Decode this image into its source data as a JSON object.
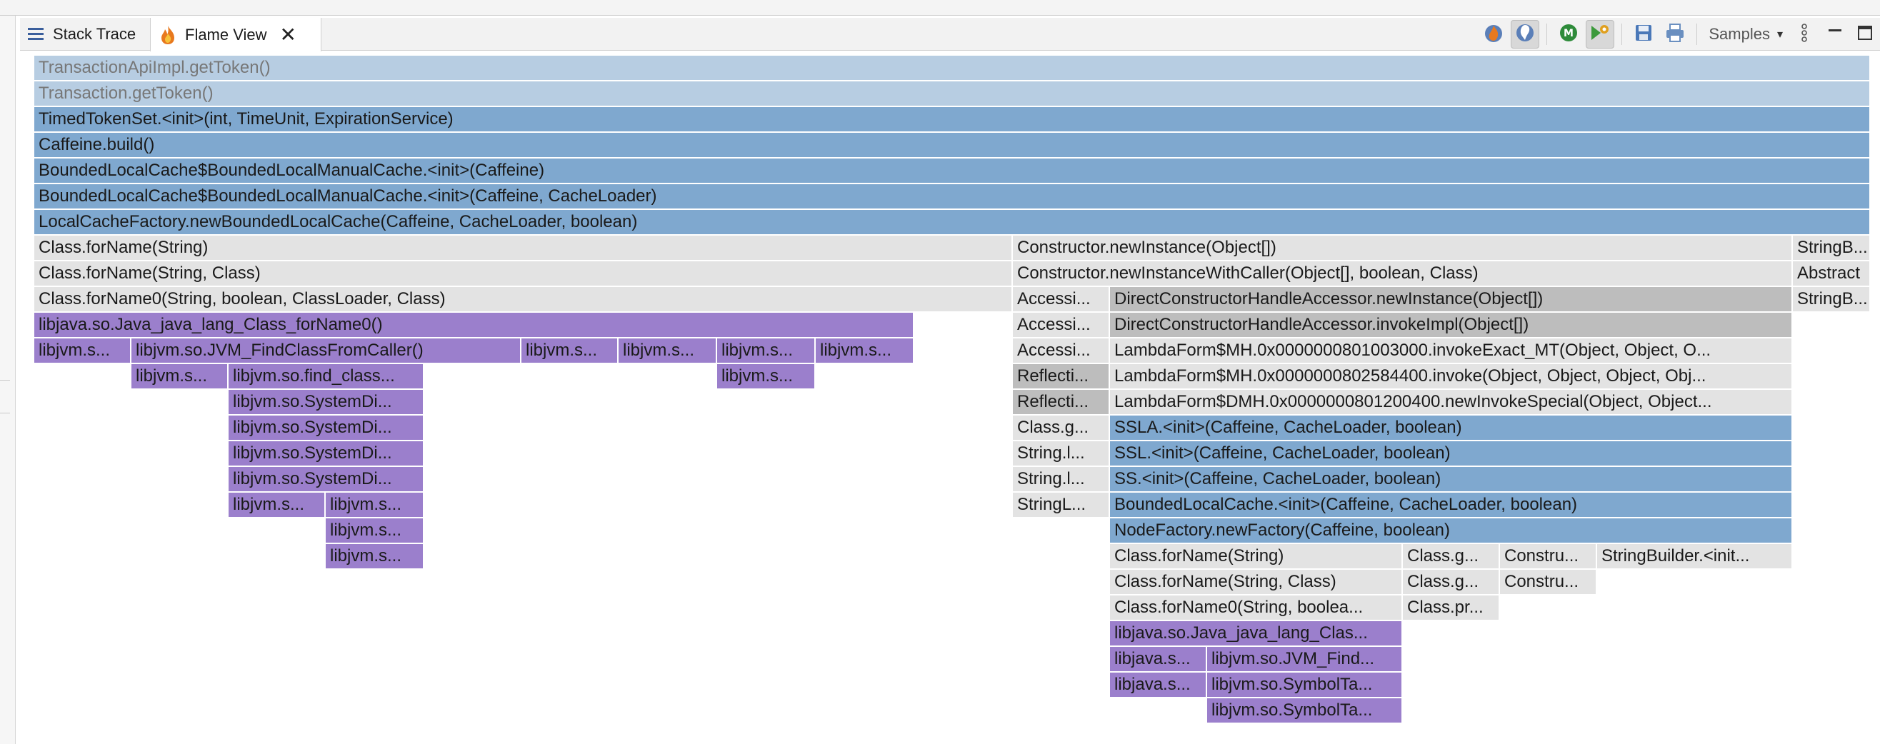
{
  "tabs": [
    {
      "label": "Stack Trace",
      "icon": "list-icon"
    },
    {
      "label": "Flame View",
      "icon": "flame-icon"
    }
  ],
  "toolbar": {
    "samples_label": "Samples",
    "buttons": [
      "flame-graph-icon",
      "icicle-graph-icon",
      "method-m-icon",
      "run-gear-icon",
      "save-icon",
      "print-icon"
    ]
  },
  "colors": {
    "frame_lightblue": "#b7cde2",
    "frame_blue": "#7fa8cf",
    "frame_gray": "#e3e3e3",
    "frame_darkgray": "#bdbdbd",
    "frame_purple": "#9b7fcc"
  },
  "frames": [
    "TransactionApiImpl.getToken()",
    "Transaction.getToken()",
    "TimedTokenSet.<init>(int, TimeUnit, ExpirationService)",
    "Caffeine.build()",
    "BoundedLocalCache$BoundedLocalManualCache.<init>(Caffeine)",
    "BoundedLocalCache$BoundedLocalManualCache.<init>(Caffeine, CacheLoader)",
    "LocalCacheFactory.newBoundedLocalCache(Caffeine, CacheLoader, boolean)",
    "Class.forName(String)",
    "Constructor.newInstance(Object[])",
    "StringB...",
    "Class.forName(String, Class)",
    "Constructor.newInstanceWithCaller(Object[], boolean, Class)",
    "Abstract",
    "Class.forName0(String, boolean, ClassLoader, Class)",
    "Accessi...",
    "DirectConstructorHandleAccessor.newInstance(Object[])",
    "StringB...",
    "libjava.so.Java_java_lang_Class_forName0()",
    "Accessi...",
    "DirectConstructorHandleAccessor.invokeImpl(Object[])",
    "libjvm.s...",
    "libjvm.so.JVM_FindClassFromCaller()",
    "libjvm.s...",
    "libjvm.s...",
    "libjvm.s...",
    "libjvm.s...",
    "Accessi...",
    "LambdaForm$MH.0x0000000801003000.invokeExact_MT(Object, Object, O...",
    "libjvm.s...",
    "libjvm.so.find_class...",
    "libjvm.s...",
    "Reflecti...",
    "LambdaForm$MH.0x0000000802584400.invoke(Object, Object, Object, Obj...",
    "libjvm.so.SystemDi...",
    "Reflecti...",
    "LambdaForm$DMH.0x0000000801200400.newInvokeSpecial(Object, Object...",
    "libjvm.so.SystemDi...",
    "Class.g...",
    "SSLA.<init>(Caffeine, CacheLoader, boolean)",
    "libjvm.so.SystemDi...",
    "String.l...",
    "SSL.<init>(Caffeine, CacheLoader, boolean)",
    "libjvm.so.SystemDi...",
    "String.l...",
    "SS.<init>(Caffeine, CacheLoader, boolean)",
    "libjvm.s...",
    "libjvm.s...",
    "StringL...",
    "BoundedLocalCache.<init>(Caffeine, CacheLoader, boolean)",
    "libjvm.s...",
    "NodeFactory.newFactory(Caffeine, boolean)",
    "libjvm.s...",
    "Class.forName(String)",
    "Class.g...",
    "Constru...",
    "StringBuilder.<init...",
    "Class.forName(String, Class)",
    "Class.g...",
    "Constru...",
    "Class.forName0(String, boolea...",
    "Class.pr...",
    "libjava.so.Java_java_lang_Clas...",
    "libjava.s...",
    "libjvm.so.JVM_Find...",
    "libjava.s...",
    "libjvm.so.SymbolTa...",
    "libjvm.so.SymbolTa..."
  ]
}
